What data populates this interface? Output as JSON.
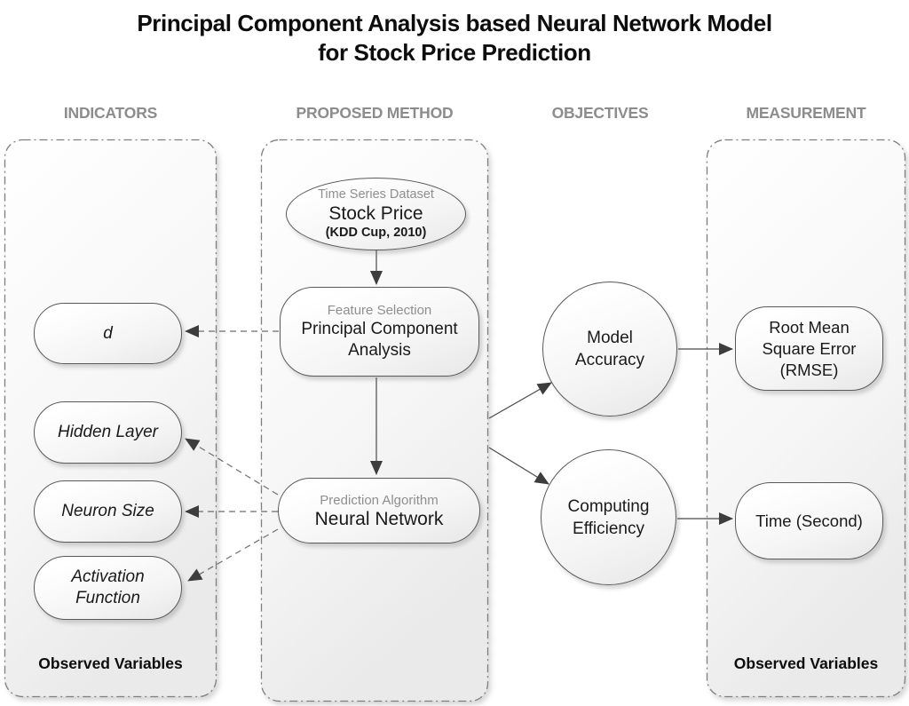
{
  "title": {
    "line1": "Principal Component Analysis based Neural Network Model",
    "line2": "for Stock Price Prediction"
  },
  "columns": {
    "indicators": {
      "header": "INDICATORS",
      "footer": "Observed Variables"
    },
    "proposed_method": {
      "header": "PROPOSED METHOD"
    },
    "objectives": {
      "header": "OBJECTIVES"
    },
    "measurement": {
      "header": "MEASUREMENT",
      "footer": "Observed Variables"
    }
  },
  "nodes": {
    "dataset": {
      "subtitle": "Time Series Dataset",
      "title": "Stock Price",
      "note": "(KDD Cup, 2010)"
    },
    "pca": {
      "subtitle": "Feature Selection",
      "title": "Principal Component Analysis"
    },
    "neural_network": {
      "subtitle": "Prediction Algorithm",
      "title": "Neural Network"
    },
    "d": {
      "label": "d"
    },
    "hidden_layer": {
      "label": "Hidden Layer"
    },
    "neuron_size": {
      "label": "Neuron Size"
    },
    "activation_function": {
      "label": "Activation Function"
    },
    "model_accuracy": {
      "label": "Model Accuracy"
    },
    "computing_efficiency": {
      "label": "Computing Efficiency"
    },
    "rmse": {
      "label": "Root Mean Square Error (RMSE)"
    },
    "time_second": {
      "label": "Time (Second)"
    }
  },
  "connections": [
    {
      "from": "dataset",
      "to": "pca",
      "style": "solid"
    },
    {
      "from": "pca",
      "to": "neural_network",
      "style": "solid"
    },
    {
      "from": "pca",
      "to": "d",
      "style": "dashed"
    },
    {
      "from": "neural_network",
      "to": "hidden_layer",
      "style": "dashed"
    },
    {
      "from": "neural_network",
      "to": "neuron_size",
      "style": "dashed"
    },
    {
      "from": "neural_network",
      "to": "activation_function",
      "style": "dashed"
    },
    {
      "from": "proposed_method",
      "to": "model_accuracy",
      "style": "solid"
    },
    {
      "from": "proposed_method",
      "to": "computing_efficiency",
      "style": "solid"
    },
    {
      "from": "model_accuracy",
      "to": "rmse",
      "style": "solid"
    },
    {
      "from": "computing_efficiency",
      "to": "time_second",
      "style": "solid"
    }
  ],
  "colors": {
    "header_text": "#8c8c8c",
    "node_border": "#595959",
    "container_border": "#7f7f7f",
    "arrow": "#3d3d3d",
    "title_text": "#0d0d0d"
  }
}
